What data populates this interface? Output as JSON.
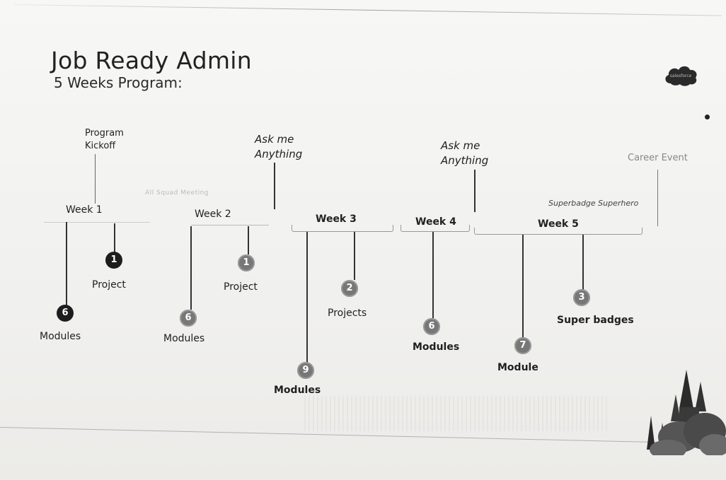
{
  "header": {
    "title": "Job Ready Admin",
    "subtitle": "5 Weeks Program:",
    "logo_text": "salesforce"
  },
  "weeks": [
    "Week 1",
    "Week 2",
    "Week 3",
    "Week 4",
    "Week 5"
  ],
  "events": {
    "program_kickoff": "Program\nKickoff",
    "ask_me_anything_1": "Ask me\nAnything",
    "ask_me_anything_2": "Ask me\nAnything",
    "career_event": "Career Event",
    "superbadge_superhero": "Superbadge Superhero",
    "faint_week2": "All Squad Meeting"
  },
  "items": [
    {
      "week": "Week 1",
      "count": "6",
      "label": "Modules"
    },
    {
      "week": "Week 1",
      "count": "1",
      "label": "Project"
    },
    {
      "week": "Week 2",
      "count": "6",
      "label": "Modules"
    },
    {
      "week": "Week 2",
      "count": "1",
      "label": "Project"
    },
    {
      "week": "Week 3",
      "count": "9",
      "label": "Modules"
    },
    {
      "week": "Week 3",
      "count": "2",
      "label": "Projects"
    },
    {
      "week": "Week 4",
      "count": "6",
      "label": "Modules"
    },
    {
      "week": "Week 5",
      "count": "7",
      "label": "Module"
    },
    {
      "week": "Week 5",
      "count": "3",
      "label": "Super badges"
    }
  ],
  "colors": {
    "dark_badge": "#1d1d1d",
    "gray_badge": "#777777",
    "logo": "#2a2a2a"
  }
}
